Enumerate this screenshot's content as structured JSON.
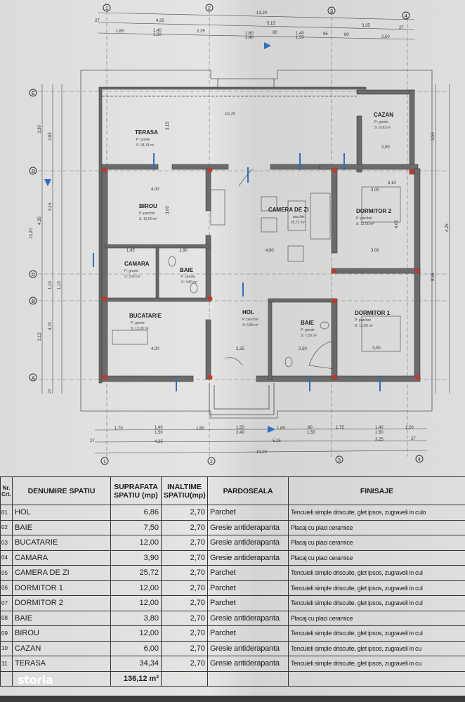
{
  "plan": {
    "axes_columns": [
      "1",
      "2",
      "3",
      "4"
    ],
    "axes_rows": [
      "E",
      "D",
      "C",
      "B",
      "A"
    ],
    "top_dims": {
      "overall": "13,20",
      "row2": [
        "27",
        "4,25",
        "5,15",
        "3,25",
        "27"
      ],
      "row3": [
        "1,60",
        "1,40",
        "1,50",
        "2,25",
        "1,60",
        "2,40",
        "80",
        "1,40",
        "1,50",
        "85",
        "80",
        "2,50"
      ]
    },
    "bottom_dims": {
      "row1": [
        "1,70",
        "1,40",
        "1,50",
        "1,80",
        "1,50",
        "2,40",
        "1,85",
        "80",
        "1,50",
        "1,75",
        "1,40",
        "1,50",
        "1,20"
      ],
      "row2": [
        "27",
        "4,25",
        "5,15",
        "3,25",
        "27"
      ],
      "overall": "13,20"
    },
    "left_dims": [
      "3,30",
      "2,65",
      "4,35",
      "3,15",
      "1,10",
      "1,10",
      "4,70",
      "3,15",
      "13,20",
      "27"
    ],
    "right_dims": [
      "3,55",
      "8,55",
      "4,25"
    ],
    "inner_dims": [
      "10,70",
      "3,15",
      "4,00",
      "3,00",
      "1,95",
      "1,80",
      "4,90",
      "3,00",
      "4,00",
      "2,25",
      "2,50",
      "3,00",
      "2,00",
      "3,00",
      "3,10",
      "4,00"
    ],
    "rooms": [
      {
        "name": "TERASA",
        "floor": "P:   gresie",
        "area": "S:  34,34 m²"
      },
      {
        "name": "CAZAN",
        "floor": "P:   gresie",
        "area": "S:  6,00 m²"
      },
      {
        "name": "BIROU",
        "floor": "P:   parchet",
        "area": "S: 12,00 m²"
      },
      {
        "name": "CAMERA DE ZI",
        "floor": "parchet",
        "area": "25,72 m²"
      },
      {
        "name": "DORMITOR 2",
        "floor": "P:       parchet",
        "area": "S:      12,00 m²"
      },
      {
        "name": "CAMARA",
        "floor": "P:    gresie",
        "area": "S:    3,90 m²"
      },
      {
        "name": "BAIE",
        "floor": "P:  gresie",
        "area": "S: 3,80 m²"
      },
      {
        "name": "BUCATARIE",
        "floor": "P:    gresie",
        "area": "S:    12,00 m²"
      },
      {
        "name": "HOL",
        "floor": "P: parchet",
        "area": "S: 6,86 m²"
      },
      {
        "name": "BAIE",
        "floor": "P:  gresie",
        "area": "S: 7,50 m²"
      },
      {
        "name": "DORMITOR 1",
        "floor": "P:       parchet",
        "area": "S:      12,00 m²"
      }
    ],
    "accent_color": "#2d6fc4",
    "wall_color": "#6b6b6b",
    "column_color": "#c0392b"
  },
  "table": {
    "headers": {
      "nr": "Nr. Crt.",
      "name": "DENUMIRE SPATIU",
      "area": "SUPRAFATA SPATIU (mp)",
      "height": "INALTIME SPATIU(mp)",
      "floor": "PARDOSEALA",
      "finish": "FINISAJE"
    },
    "rows": [
      {
        "nr": "01",
        "name": "HOL",
        "area": "6,86",
        "height": "2,70",
        "floor": "Parchet",
        "finish": "Tencuieli simple driscuite, glet ipsos, zugraveli in culo"
      },
      {
        "nr": "02",
        "name": "BAIE",
        "area": "7,50",
        "height": "2,70",
        "floor": "Gresie antiderapanta",
        "finish": "Placaj cu placi ceramice"
      },
      {
        "nr": "03",
        "name": "BUCATARIE",
        "area": "12,00",
        "height": "2,70",
        "floor": "Gresie antiderapanta",
        "finish": "Placaj cu placi ceramice"
      },
      {
        "nr": "04",
        "name": "CAMARA",
        "area": "3,90",
        "height": "2,70",
        "floor": "Gresie antiderapanta",
        "finish": "Placaj cu placi ceramice"
      },
      {
        "nr": "05",
        "name": "CAMERA DE ZI",
        "area": "25,72",
        "height": "2,70",
        "floor": "Parchet",
        "finish": "Tencuieli simple driscuite, glet ipsos, zugraveli in cul"
      },
      {
        "nr": "06",
        "name": "DORMITOR 1",
        "area": "12,00",
        "height": "2,70",
        "floor": "Parchet",
        "finish": "Tencuieli simple driscuite, glet ipsos, zugraveli in cul"
      },
      {
        "nr": "07",
        "name": "DORMITOR 2",
        "area": "12,00",
        "height": "2,70",
        "floor": "Parchet",
        "finish": "Tencuieli simple driscuite, glet ipsos, zugraveli in cul"
      },
      {
        "nr": "08",
        "name": "BAIE",
        "area": "3,80",
        "height": "2,70",
        "floor": "Gresie antiderapanta",
        "finish": "Placaj cu placi ceramice"
      },
      {
        "nr": "09",
        "name": "BIROU",
        "area": "12,00",
        "height": "2,70",
        "floor": "Parchet",
        "finish": "Tencuieli simple driscuite, glet ipsos, zugraveli in cul"
      },
      {
        "nr": "10",
        "name": "CAZAN",
        "area": "6,00",
        "height": "2,70",
        "floor": "Gresie antiderapanta",
        "finish": "Tencuieli simple driscuite, glet ipsos, zugraveli in cu"
      },
      {
        "nr": "11",
        "name": "TERASA",
        "area": "34,34",
        "height": "2,70",
        "floor": "Gresie antiderapanta",
        "finish": "Tencuieli simple driscuite, glet ipsos, zugraveli in cu"
      }
    ],
    "total": "136,12 m²"
  },
  "logo": "storia"
}
